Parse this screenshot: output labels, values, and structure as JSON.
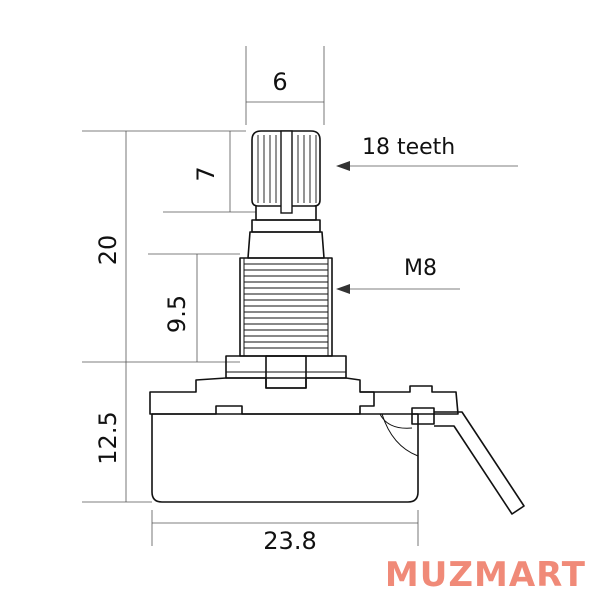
{
  "dimensions": {
    "shaft_diameter": "6",
    "knurl_length": "7",
    "total_shaft_height": "20",
    "thread_length": "9.5",
    "body_height": "12.5",
    "body_width": "23.8"
  },
  "callouts": {
    "knurl_teeth": "18 teeth",
    "thread_size": "M8"
  },
  "brand": {
    "text": "MUZMART",
    "color": "#f08a78"
  },
  "colors": {
    "drawing": "#111111",
    "dimension": "#555555"
  }
}
